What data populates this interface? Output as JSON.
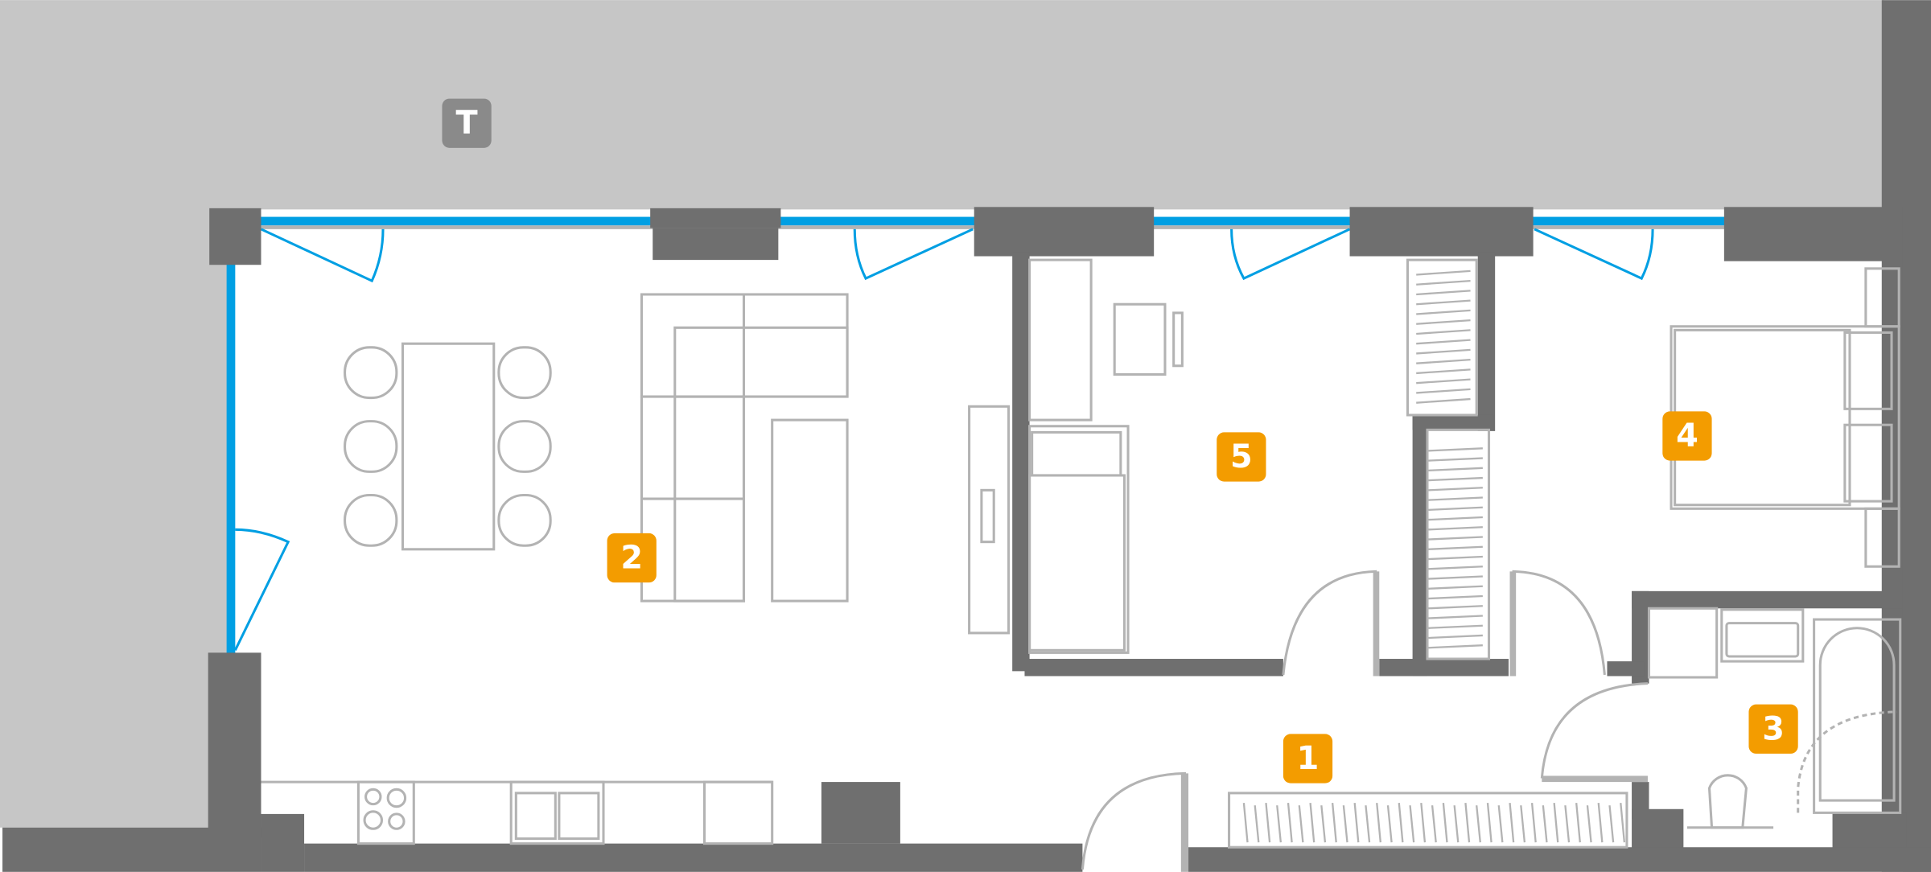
{
  "plan": {
    "colors": {
      "terrace": "#c6c6c6",
      "wall": "#6f6f6f",
      "window": "#009fe3",
      "room_badge": "#f39c00",
      "terrace_badge": "#8a8a8a",
      "furniture": "#b3b3b3"
    },
    "labels": {
      "terrace": "T",
      "hall": "1",
      "living": "2",
      "bathroom": "3",
      "bedroom": "4",
      "room5": "5"
    }
  }
}
